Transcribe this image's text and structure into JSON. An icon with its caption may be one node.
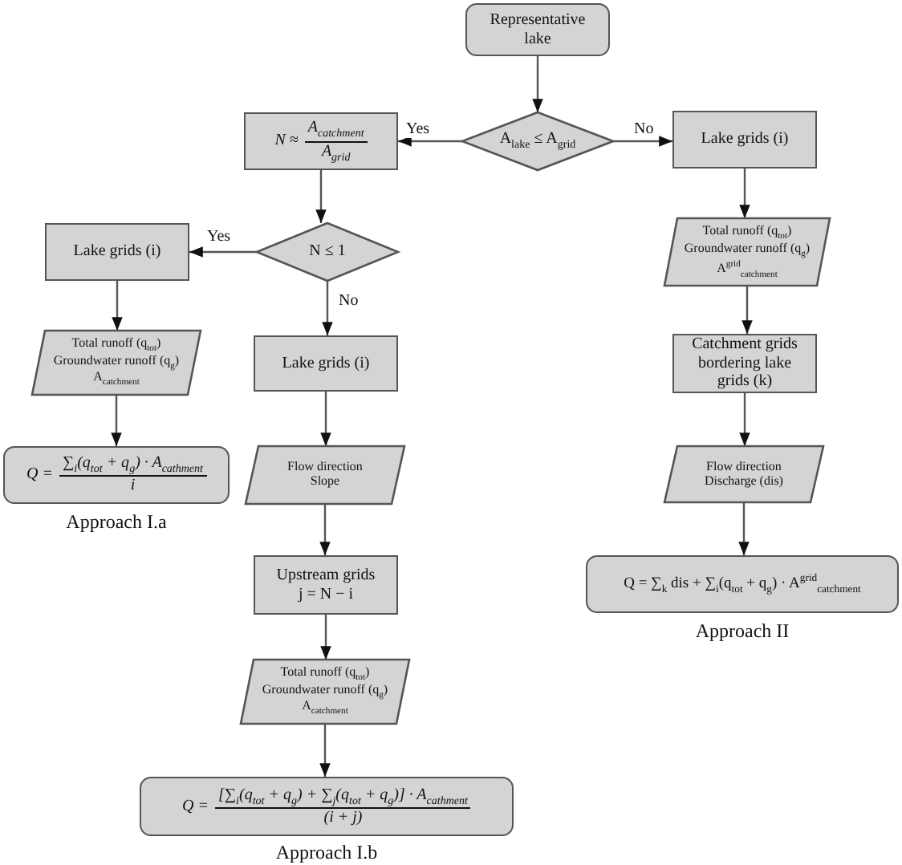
{
  "diagram": {
    "nodes": [
      {
        "text": [
          "Representative lake"
        ]
      },
      {
        "text": [
          "A$_{lake}$ ≤ A$_{grid}$"
        ]
      },
      {
        "text": [
          "N ≈",
          "A$_{catchment}$",
          "A$_{grid}$"
        ]
      },
      {
        "text": [
          "Lake grids (i)"
        ]
      },
      {
        "text": [
          "N ≤ 1"
        ]
      },
      {
        "text": [
          "Lake grids (i)"
        ]
      },
      {
        "text": [
          "Total runoff (q$_{tot}$)",
          "Groundwater runoff (q$_{g}$)",
          "A$_{catchment}$"
        ]
      },
      {
        "text": [
          "Q =",
          "∑$_{i}$(q$_{tot}$ + q$_{g}$) · A$_{cathment}$",
          "i"
        ],
        "beside": [
          "Approach I.a"
        ]
      },
      {
        "text": [
          "Lake grids (i)"
        ]
      },
      {
        "text": [
          "Flow direction",
          "Slope"
        ]
      },
      {
        "text": [
          "Upstream grids",
          "j = N − i"
        ]
      },
      {
        "text": [
          "Total runoff (q$_{tot}$)",
          "Groundwater runoff (q$_{g}$)",
          "A$_{catchment}$"
        ]
      },
      {
        "text": [
          "Q =",
          "[∑$_{i}$(q$_{tot}$ + q$_{g}$) + ∑$_{j}$(q$_{tot}$ + q$_{g}$)] · A$_{cathment}$",
          "(i + j)"
        ],
        "beside": [
          "Approach I.b"
        ]
      },
      {
        "text": [
          "Total runoff (q$_{tot}$)",
          "Groundwater runoff (q$_{g}$)",
          "A$^{grid}$$_{catchment}$"
        ]
      },
      {
        "text": [
          "Catchment grids bordering lake grids (k)"
        ]
      },
      {
        "text": [
          "Flow direction",
          "Discharge (dis)"
        ]
      },
      {
        "text": [
          "Q = ∑$_{k}$ dis + ∑$_{i}$(q$_{tot}$ + q$_{g}$) · A$^{grid}$$_{catchment}$"
        ],
        "beside": [
          "Approach II"
        ]
      }
    ],
    "edges": [
      {
        "from": 0,
        "to": 1,
        "arrow": "to"
      },
      {
        "from": 1,
        "to": 2,
        "arrow": "to",
        "label": "Yes"
      },
      {
        "from": 1,
        "to": 3,
        "arrow": "to",
        "label": "No"
      },
      {
        "from": 2,
        "to": 4,
        "arrow": "to"
      },
      {
        "from": 4,
        "to": 5,
        "arrow": "to",
        "label": "Yes"
      },
      {
        "from": 4,
        "to": 8,
        "arrow": "to",
        "label": "No"
      },
      {
        "from": 5,
        "to": 6,
        "arrow": "to"
      },
      {
        "from": 6,
        "to": 7,
        "arrow": "to"
      },
      {
        "from": 8,
        "to": 9,
        "arrow": "to"
      },
      {
        "from": 9,
        "to": 10,
        "arrow": "to"
      },
      {
        "from": 10,
        "to": 11,
        "arrow": "to"
      },
      {
        "from": 11,
        "to": 12,
        "arrow": "to"
      },
      {
        "from": 3,
        "to": 13,
        "arrow": "to"
      },
      {
        "from": 13,
        "to": 14,
        "arrow": "to"
      },
      {
        "from": 14,
        "to": 15,
        "arrow": "to"
      },
      {
        "from": 15,
        "to": 16,
        "arrow": "to"
      }
    ]
  }
}
